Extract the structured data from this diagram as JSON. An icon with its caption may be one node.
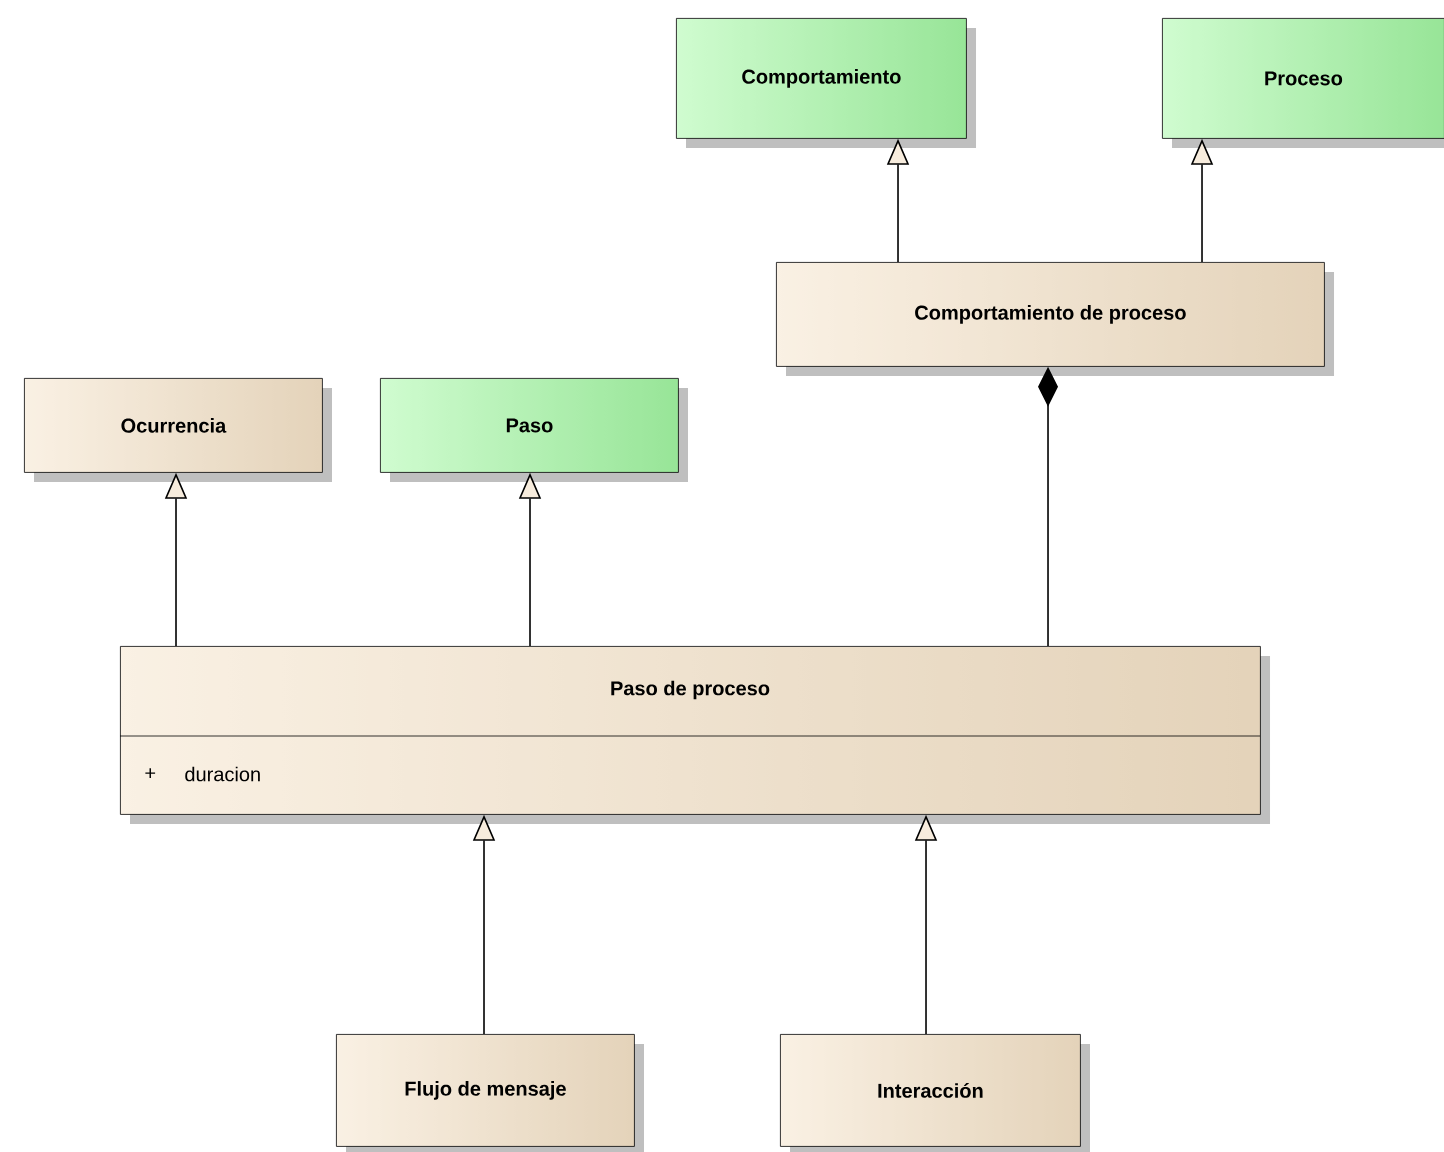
{
  "diagram": {
    "nodes": [
      {
        "text": [
          "Comportamiento"
        ]
      },
      {
        "text": [
          "Proceso"
        ]
      },
      {
        "text": [
          "Comportamiento de proceso"
        ]
      },
      {
        "text": [
          "Ocurrencia"
        ]
      },
      {
        "text": [
          "Paso"
        ]
      },
      {
        "text": [
          "Paso de proceso",
          "+",
          "duracion"
        ]
      },
      {
        "text": [
          "Flujo de mensaje"
        ]
      },
      {
        "text": [
          "Interacción"
        ]
      }
    ],
    "edges": [
      {
        "from": 2,
        "to": 0,
        "arrow": "to"
      },
      {
        "from": 2,
        "to": 1,
        "arrow": "to"
      },
      {
        "from": 5,
        "to": 3,
        "arrow": "to"
      },
      {
        "from": 5,
        "to": 4,
        "arrow": "to"
      },
      {
        "from": 5,
        "to": 2,
        "arrow": "other"
      },
      {
        "from": 6,
        "to": 5,
        "arrow": "to"
      },
      {
        "from": 7,
        "to": 5,
        "arrow": "to"
      }
    ]
  }
}
